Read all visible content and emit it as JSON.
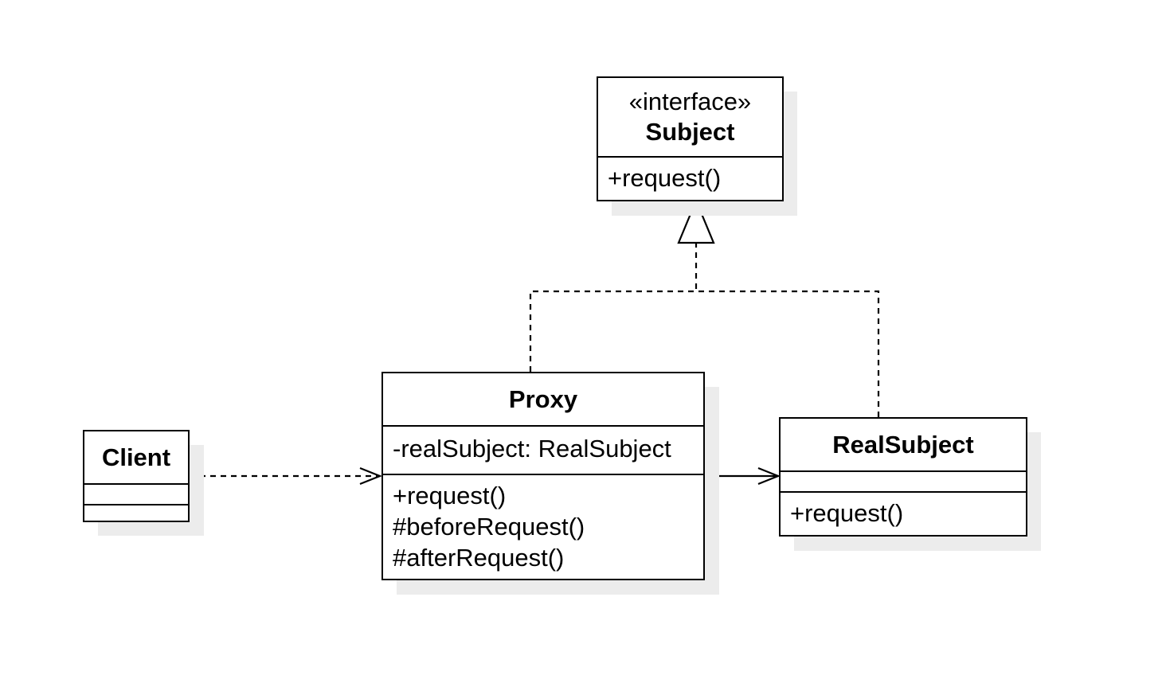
{
  "classes": {
    "subject": {
      "stereotype": "«interface»",
      "name": "Subject",
      "attributes": [],
      "operations": [
        "+request()"
      ]
    },
    "proxy": {
      "name": "Proxy",
      "attributes": [
        "-realSubject: RealSubject"
      ],
      "operations": [
        "+request()",
        "#beforeRequest()",
        "#afterRequest()"
      ]
    },
    "real_subject": {
      "name": "RealSubject",
      "attributes": [],
      "operations": [
        "+request()"
      ]
    },
    "client": {
      "name": "Client",
      "attributes": [],
      "operations": []
    }
  },
  "relations": [
    {
      "type": "realization",
      "from": "Proxy",
      "to": "Subject"
    },
    {
      "type": "realization",
      "from": "RealSubject",
      "to": "Subject"
    },
    {
      "type": "dependency",
      "from": "Client",
      "to": "Proxy"
    },
    {
      "type": "association",
      "from": "Proxy",
      "to": "RealSubject"
    }
  ],
  "colors": {
    "line": "#000000",
    "fill": "#ffffff",
    "shadow": "#ececec"
  }
}
